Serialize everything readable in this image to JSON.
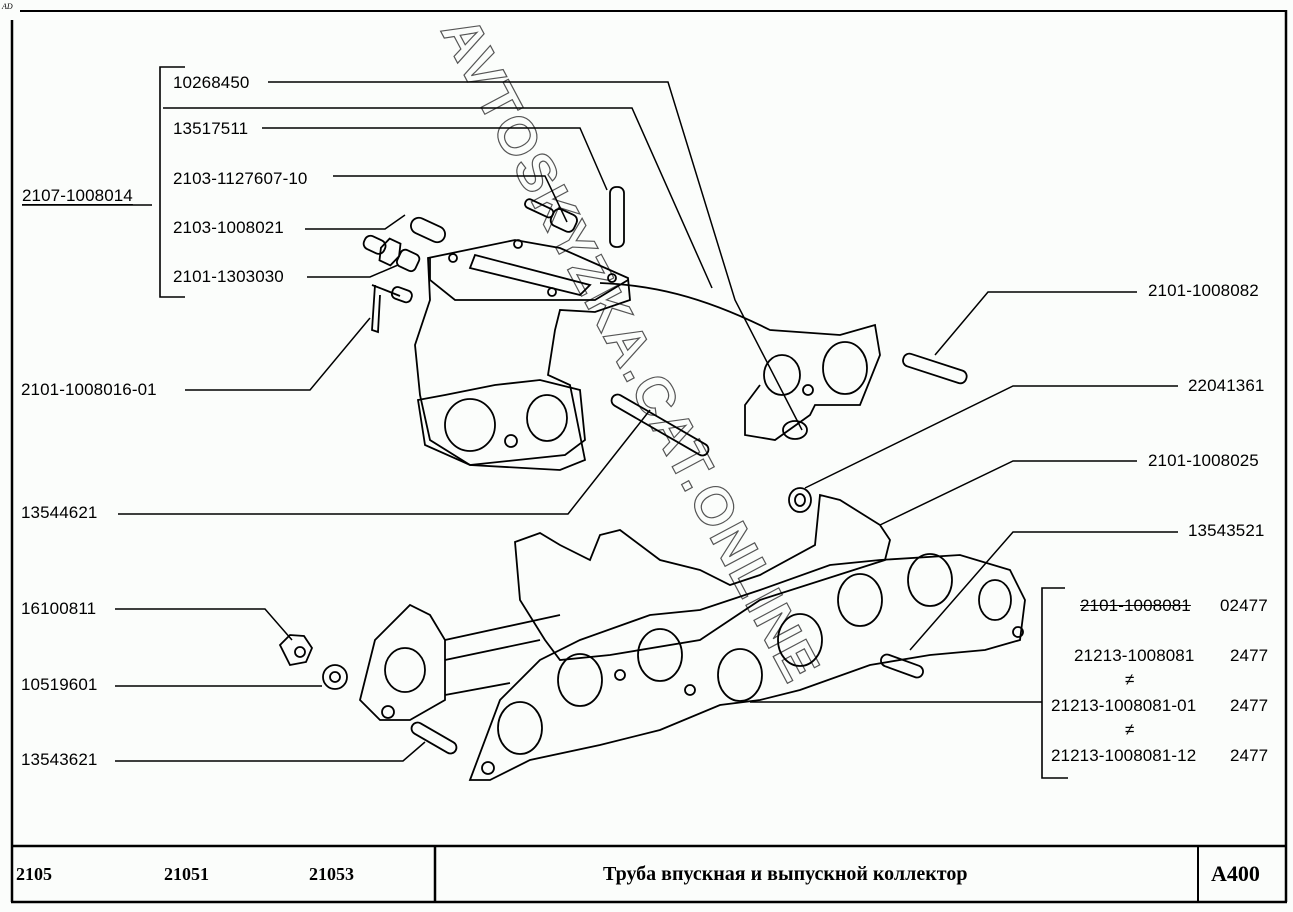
{
  "page": {
    "corner_mark": "AD",
    "watermark": "AVTOSKYZKA.CAT.ONLINE"
  },
  "title_block": {
    "models": [
      "2105",
      "21051",
      "21053"
    ],
    "title": "Труба впускная и выпускной коллектор",
    "code": "A400"
  },
  "assembly": {
    "part_number": "2107-1008014",
    "components": [
      "10268450",
      "13517511",
      "2103-1127607-10",
      "2103-1008021",
      "2101-1303030"
    ]
  },
  "left_labels": [
    "2101-1008016-01",
    "13544621",
    "16100811",
    "10519601",
    "13543621"
  ],
  "right_labels": [
    "2101-1008082",
    "22041361",
    "2101-1008025",
    "13543521"
  ],
  "gasket_group": {
    "obsolete": {
      "part": "2101-1008081",
      "qty": "02477"
    },
    "items": [
      {
        "part": "21213-1008081",
        "qty": "2477"
      },
      {
        "part": "21213-1008081-01",
        "qty": "2477"
      },
      {
        "part": "21213-1008081-12",
        "qty": "2477"
      }
    ],
    "separator_symbol": "≠"
  }
}
